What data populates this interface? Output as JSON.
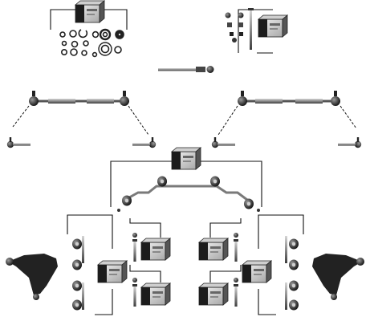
{
  "page": {
    "background": "#ffffff",
    "subject": "suspension-parts-kit-catalog-image"
  },
  "colors": {
    "ink": "#1a1a1a",
    "metal_dark": "#2b2b2b",
    "metal_mid": "#6b6b6b",
    "metal_light": "#b9b9b9",
    "bracket": "#111111",
    "box_face": "#d9d9d9",
    "box_dark": "#3a3a3a",
    "rubber": "#0f0f0f"
  },
  "groups": [
    {
      "name": "repair-kit-seals",
      "icon": "seal-rings-icon"
    },
    {
      "name": "strut-mount-bolts",
      "icon": "bolt-set-icon"
    },
    {
      "name": "inner-tie-rod",
      "icon": "tie-rod-icon"
    },
    {
      "name": "left-steering-linkage",
      "icon": "steering-linkage-icon"
    },
    {
      "name": "right-steering-linkage",
      "icon": "steering-linkage-icon"
    },
    {
      "name": "stabilizer-bar-bushings",
      "icon": "stabilizer-bar-icon"
    },
    {
      "name": "left-control-arm-set",
      "icon": "control-arm-icon"
    },
    {
      "name": "right-control-arm-set",
      "icon": "control-arm-icon"
    }
  ]
}
